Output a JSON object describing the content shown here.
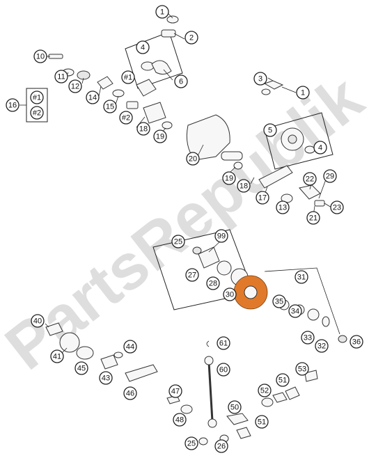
{
  "watermark": "PartsRepublik",
  "legend_box": {
    "items": [
      "#1",
      "#2"
    ],
    "number": "16"
  },
  "callouts": [
    "1",
    "2",
    "4",
    "6",
    "10",
    "11",
    "12",
    "14",
    "#1",
    "15",
    "#2",
    "18",
    "19",
    "3",
    "1",
    "5",
    "4",
    "20",
    "19",
    "18",
    "17",
    "22",
    "29",
    "13",
    "21",
    "23",
    "99",
    "25",
    "27",
    "28",
    "30",
    "31",
    "40",
    "41",
    "45",
    "44",
    "43",
    "46",
    "35",
    "34",
    "33",
    "32",
    "36",
    "61",
    "60",
    "53",
    "52",
    "51",
    "47",
    "50",
    "48",
    "51",
    "25",
    "26"
  ]
}
